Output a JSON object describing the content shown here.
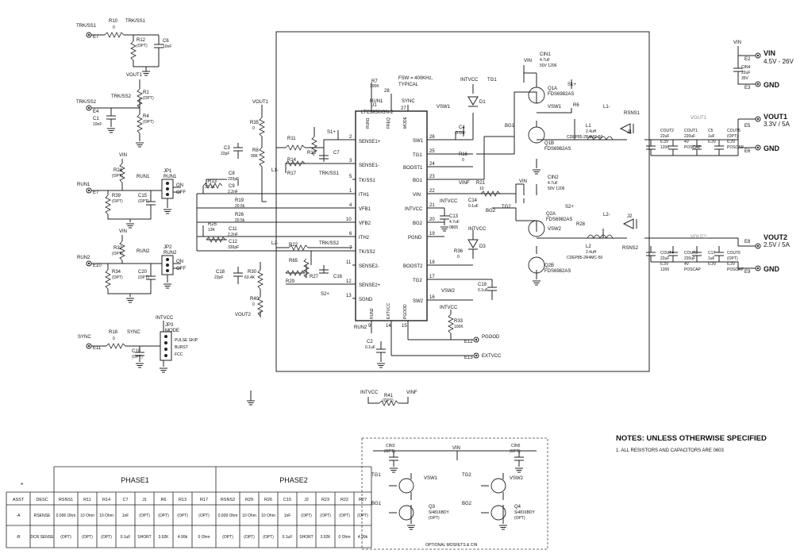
{
  "labels": {
    "trkss1_in": "TRK/SS1",
    "r10": "R10",
    "r10_val": "0",
    "trkss1_node": "TRK/SS1",
    "r12": "R12",
    "r12_val": "(OPT)",
    "c6": "C6",
    "c6_val": "10nF",
    "e7a": "E7",
    "vout1_top": "VOUT1",
    "r1": "R1",
    "r1_val": "(OPT)",
    "trkss2_in": "TRK/SS2",
    "trkss2_node": "TRK/SS2",
    "e4": "E4",
    "c1": "C1",
    "c1_val": "10nF",
    "r4": "R4",
    "r4_val": "(OPT)",
    "vin_r1": "VIN",
    "r24": "R24",
    "r24_val": "(OPT)",
    "run1_node": "RUN1",
    "run1_in": "RUN1",
    "e7": "E7",
    "r39": "R39",
    "r39_val": "(OPT)",
    "c15": "C15",
    "c15_val": "(OPT)",
    "jp1": "JP1",
    "jp1_run": "RUN1",
    "on1": "ON",
    "off1": "OFF",
    "vin_r2": "VIN",
    "r32": "R32",
    "r32_val": "(OPT)",
    "run2_node": "RUN2",
    "run2_in": "RUN2",
    "e10": "E10",
    "r34": "R34",
    "r34_val": "(OPT)",
    "c20": "C20",
    "c20_val": "(OPT)",
    "jp2": "JP2",
    "jp2_run": "RUN2",
    "on2": "ON",
    "off2": "OFF",
    "intvcc_jp3": "INTVCC",
    "jp3": "JP3",
    "mode": "MODE",
    "pulse_skip": "PULSE SKIP",
    "burst": "BURST",
    "fcc": "FCC",
    "sync_in": "SYNC",
    "r18": "R18",
    "r18_val": "0",
    "sync_node": "SYNC",
    "e11": "E11",
    "c10": "C10",
    "c10_val": "(OPT)",
    "vout1_fb": "VOUT1",
    "r35": "R35",
    "r35_val": "0",
    "c3": "C3",
    "c3_val": "22pF",
    "r8": "R8",
    "r8_val": "90K",
    "r11": "R11",
    "r13": "R13",
    "c7": "C7",
    "r14": "R14",
    "r17": "R17",
    "s1p_a": "S1+",
    "l1m": "L1-",
    "trkss1_b": "TRK/SS1",
    "r13b": "R13",
    "r13b_val": "30.1K",
    "c8": "C8",
    "c8_val": "220pF",
    "c9": "C9",
    "c9_val": "2.2nF",
    "r19": "R19",
    "r19_val": "20.5k",
    "r25": "R25",
    "r25_val": "13K",
    "r26": "R26",
    "r26_val": "20.5k",
    "c11": "C11",
    "c11_val": "2.2nF",
    "c12": "C12",
    "c12_val": "330pF",
    "l2m": "L2-",
    "r22": "R22",
    "trkss2_b": "TRK/SS2",
    "r65": "R65",
    "r27": "R27",
    "c16": "C16",
    "r29": "R29",
    "s2p": "S2+",
    "c18": "C18",
    "c18_val": "22pF",
    "r30": "R30",
    "r30_val": "63.4K",
    "r40": "R40",
    "r40_val": "0",
    "vout2_fb": "VOUT2",
    "u1": "U1",
    "u1_part": "LTC3850IGN-2",
    "r7": "R7",
    "r7_val": "100K",
    "fsw": "FSW = 400KHz,",
    "typical": "TYPICAL",
    "run1_ic": "RUN1",
    "sync_ic": "SYNC",
    "p_run1": "RUN1",
    "p_freq": "FREQ",
    "p_mode": "MODE",
    "p_sense1p": "SENSE1+",
    "p_sense1m": "SENSE1-",
    "p_trkss1": "TK/SS1",
    "p_ith1": "ITH1",
    "p_vfb1": "VFB1",
    "p_vfb2": "VFB2",
    "p_ith2": "ITH2",
    "p_trkss2": "TK/SS2",
    "p_sense2m": "SENSE2-",
    "p_sense2p": "SENSE2+",
    "p_sgnd": "SGND",
    "p_sw1": "SW1",
    "p_tg1": "TG1",
    "p_boost1": "BOOST1",
    "p_bg1": "BG1",
    "p_vin": "VIN",
    "p_intvcc": "INTVCC",
    "p_bg2": "BG2",
    "p_pgnd": "PGND",
    "p_boost2": "BOOST2",
    "p_tg2": "TG2",
    "p_sw2": "SW2",
    "p_run2": "RUN2",
    "p_extvcc": "EXTVCC",
    "p_pgood": "PGOOD",
    "pin2": "2",
    "pin3": "3",
    "pin5": "5",
    "pin1": "1",
    "pin4": "4",
    "pin10": "10",
    "pin6": "6",
    "pin7": "7",
    "pin11": "11",
    "pin12": "12",
    "pin13": "13",
    "pin28": "28",
    "pin27": "27",
    "pin26": "26",
    "pin25": "25",
    "pin24": "24",
    "pin23": "23",
    "pin22": "22",
    "pin21": "21",
    "pin20": "20",
    "pin19": "19",
    "pin18": "18",
    "pin17": "17",
    "pin16": "16",
    "pin14": "14",
    "pin15": "15",
    "pin9": "9",
    "vsw1": "VSW1",
    "c4": "C4",
    "c4_val": "0.1uF",
    "r16": "R16",
    "r16_val": "0",
    "intvcc_d1": "INTVCC",
    "d1": "D1",
    "tg1": "TG1",
    "bg1": "BG1",
    "q1a": "Q1A",
    "q1a_part": "FDS6982AS",
    "q1b": "Q1B",
    "q1b_part": "FDS6982AS",
    "cin1": "CIN1",
    "cin1_val": "4.7uF",
    "cin1_v": "50V  1206",
    "vin_q1": "VIN",
    "s1p_b": "S1+",
    "r6": "R6",
    "vsw1_b": "VSW1",
    "l1m_b": "L1-",
    "l1": "L1",
    "l1_val": "2.4uH",
    "l1_part": "CDEP85-2R4MC-50",
    "rsns1": "RSNS1",
    "j1": "J1",
    "vout1_net": "VOUT1",
    "cout2": "COUT2",
    "cout2_a": "22uF",
    "cout2_b": "6.3V",
    "cout2_c": "1206",
    "cout1": "COUT1",
    "cout1_a": "220uF",
    "cout1_b": "4V",
    "cout1_c": "POSCAP",
    "c5": "C5",
    "c5_a": "1uF",
    "c5_b": "6.3V",
    "cout5": "COUT5",
    "cout5_a": "(OPT)",
    "cout5_b": "6.3V",
    "cout5_c": "POSCAP",
    "e5": "E5",
    "e6": "E6",
    "vout1_out": "VOUT1",
    "vout1_spec": "3.3V / 5A",
    "gnd1": "GND",
    "vin_top": "VIN",
    "e2": "E2",
    "e3": "E3",
    "cin4": "CIN4",
    "cin4_a": "22uF",
    "cin4_b": "35V",
    "vin_out": "VIN",
    "vin_spec": "4.5V - 26V",
    "gnd_top": "GND",
    "r21": "R21",
    "r21_val": "10",
    "vinf": "VINF",
    "c14": "C14",
    "c14_val": "0.1uF",
    "cin2": "CIN2",
    "cin2_val": "4.7uF",
    "cin2_v": "50V  1206",
    "vin_q2": "VIN",
    "intvcc_c13": "INTVCC",
    "c13": "C13",
    "c13_a": "4.7uF",
    "c13_b": "0805",
    "bg2": "BG2",
    "tg2": "TG2",
    "intvcc_d3": "INTVCC",
    "d3": "D3",
    "r36": "R36",
    "r36_val": "0",
    "c19": "C19",
    "c19_val": "0.1uF",
    "vsw2": "VSW2",
    "q2a": "Q2A",
    "q2a_part": "FDS6982AS",
    "q2b": "Q2B",
    "q2b_part": "FDS6982AS",
    "s2p_b": "S2+",
    "r28": "R28",
    "l2m_b": "L2-",
    "j2": "J2",
    "vsw2_b": "VSW2",
    "l2": "L2",
    "l2_val": "2.4uH",
    "l2_part": "CDEP85-2R4MC-50",
    "rsns2": "RSNS2",
    "vout2_net": "VOUT2",
    "cout4": "COUT4",
    "cout4_a": "22uF",
    "cout4_b": "6.3V",
    "cout4_c": "1206",
    "cout3": "COUT3",
    "cout3_a": "220uF",
    "cout3_b": "4V",
    "cout3_c": "POSCAP",
    "c17": "C17",
    "c17_a": "1uF",
    "c17_b": "6.3V",
    "cout6": "COUT6",
    "cout6_a": "(OPT)",
    "cout6_b": "6.3V",
    "cout6_c": "POSCAP",
    "e8": "E8",
    "e9": "E9",
    "vout2_out": "VOUT2",
    "vout2_spec": "2.5V / 5A",
    "gnd2": "GND",
    "intvcc_r33": "INTVCC",
    "r33": "R33",
    "r33_val": "100K",
    "pgood_net": "PGOOD",
    "e12": "E12",
    "c2": "C2",
    "c2_val": "0.1uF",
    "extvcc_net": "EXTVCC",
    "e13": "E13",
    "run2_ic": "RUN2",
    "intvcc_r41": "INTVCC",
    "r41": "R41",
    "r41_val": "(OPT)",
    "vinf_r41": "VINF",
    "cin3": "CIN3",
    "cin3_val": "(OPT)",
    "vin_opt": "VIN",
    "cin5": "CIN5",
    "cin5_val": "(OPT)",
    "tg1_opt": "TG1",
    "vsw1_opt": "VSW1",
    "bg1_opt": "BG1",
    "q3": "Q3",
    "q3_part": "Si4816BDY",
    "q3_opt": "(OPT)",
    "tg2_opt": "TG2",
    "vsw2_opt": "VSW2",
    "bg2_opt": "BG2",
    "q4": "Q4",
    "q4_part": "Si4816BDY",
    "q4_opt": "(OPT)",
    "opt_caption": "OPTIONAL MOSFETS & CIN",
    "notes_title": "NOTES:  UNLESS OTHERWISE SPECIFIED",
    "note1": "1. ALL RESISTORS AND CAPACITORS ARE 0603"
  },
  "table": {
    "star": "*",
    "phase1": "PHASE1",
    "phase2": "PHASE2",
    "headers": [
      "ASST",
      "DESC",
      "RSNS1",
      "R11",
      "R14",
      "C7",
      "J1",
      "R6",
      "R13",
      "R17",
      "RSNS2",
      "R29",
      "R26",
      "C15",
      "J2",
      "R23",
      "R22",
      "R27"
    ],
    "rows": [
      [
        "-A",
        "RSENSE",
        "0.006 Ohm",
        "10 Ohm",
        "10 Ohm",
        "1nF",
        "(OPT)",
        "(OPT)",
        "(OPT)",
        "(OPT)",
        "0.009 Ohm",
        "10 Ohm",
        "10 Ohm",
        "1nF",
        "(OPT)",
        "(OPT)",
        "(OPT)",
        "(OPT)"
      ],
      [
        "-B",
        "DCR SENSE",
        "(OPT)",
        "(OPT)",
        "(OPT)",
        "0.1uF",
        "SHORT",
        "3.92K",
        "4.99k",
        "0 Ohm",
        "(OPT)",
        "(OPT)",
        "(OPT)",
        "0.1uF",
        "SHORT",
        "3.92K",
        "0 Ohm",
        "4.99k"
      ]
    ]
  },
  "colors": {
    "ink": "#222222",
    "gray_net": "#888888",
    "background": "#ffffff"
  }
}
